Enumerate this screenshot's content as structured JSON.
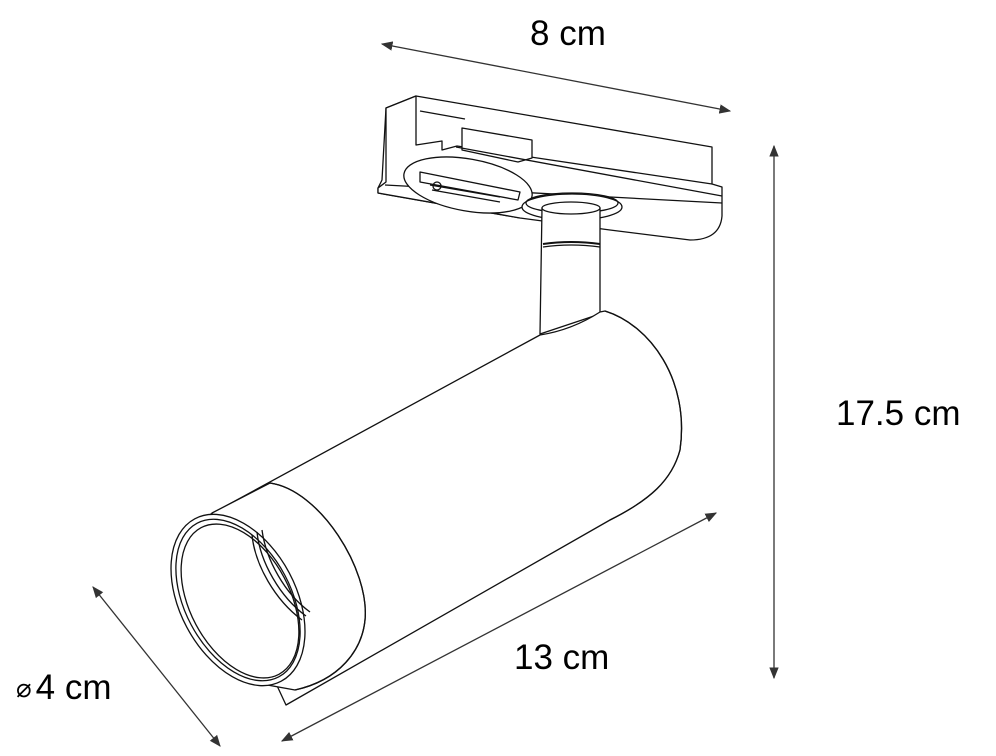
{
  "diagram": {
    "title": "Track spotlight dimension drawing",
    "subject": "Cylindrical track spot with adapter",
    "stroke_color": "#111111",
    "arrow_color": "#333333",
    "background": "#ffffff"
  },
  "dimensions": {
    "width": {
      "label": "8 cm",
      "value": 8,
      "unit": "cm",
      "measures": "adapter length"
    },
    "height": {
      "label": "17.5 cm",
      "value": 17.5,
      "unit": "cm",
      "measures": "total height"
    },
    "length": {
      "label": "13 cm",
      "value": 13,
      "unit": "cm",
      "measures": "cylinder length"
    },
    "diameter": {
      "symbol": "⌀",
      "label": "4 cm",
      "value": 4,
      "unit": "cm",
      "measures": "cylinder diameter"
    }
  }
}
